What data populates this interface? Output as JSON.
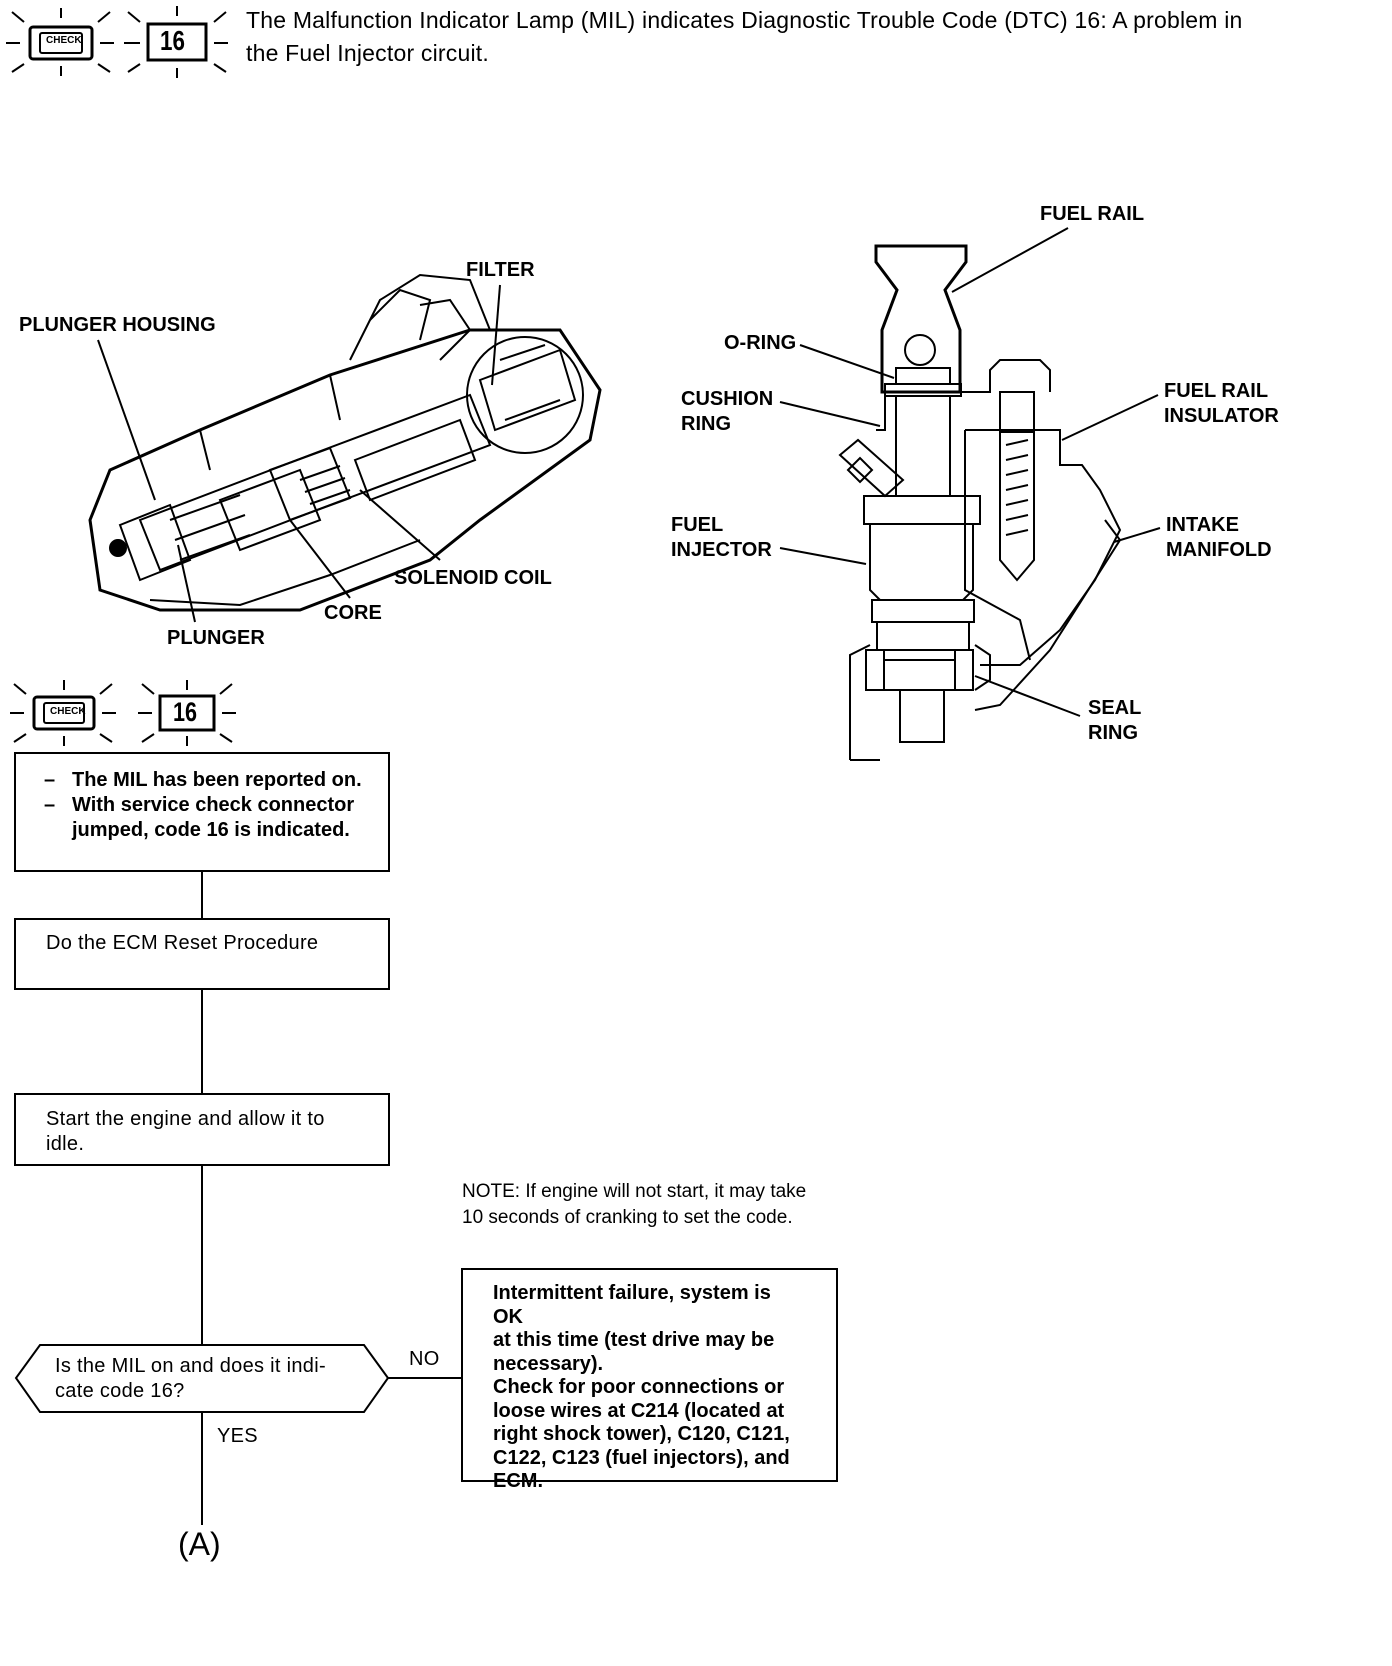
{
  "header": {
    "mil_badge_text": "CHECK",
    "code_badge": "16",
    "text_line1": "The Malfunction Indicator Lamp (MIL) indicates Diagnostic Trouble Code (DTC) 16: A problem in",
    "text_line2": "the Fuel Injector circuit."
  },
  "injector_cutaway": {
    "labels": {
      "filter": "FILTER",
      "plunger_housing": "PLUNGER HOUSING",
      "solenoid_coil": "SOLENOID COIL",
      "core": "CORE",
      "plunger": "PLUNGER"
    }
  },
  "installed_view": {
    "labels": {
      "fuel_rail": "FUEL RAIL",
      "o_ring": "O-RING",
      "cushion_ring_1": "CUSHION",
      "cushion_ring_2": "RING",
      "fuel_rail_insulator_1": "FUEL RAIL",
      "fuel_rail_insulator_2": "INSULATOR",
      "fuel_injector_1": "FUEL",
      "fuel_injector_2": "INJECTOR",
      "intake_manifold_1": "INTAKE",
      "intake_manifold_2": "MANIFOLD",
      "seal_ring_1": "SEAL",
      "seal_ring_2": "RING"
    }
  },
  "flowchart": {
    "mil_badge_text": "CHECK",
    "code_badge": "16",
    "step1_items": [
      "The MIL has been reported on.",
      "With service check connector",
      "jumped, code 16 is indicated."
    ],
    "step2": "Do the ECM Reset Procedure",
    "step3_line1": "Start the engine and allow it to",
    "step3_line2": "idle.",
    "note_line1": "NOTE: If engine will not start, it may take",
    "note_line2": "10 seconds of cranking to set the code.",
    "decision_line1": "Is the MIL on and does it indi-",
    "decision_line2": "cate code 16?",
    "no_label": "NO",
    "yes_label": "YES",
    "result_lines": [
      "Intermittent failure, system is OK",
      "at this time (test drive may be",
      "necessary).",
      "Check for poor connections or",
      "loose wires at C214 (located at",
      "right shock tower), C120, C121,",
      "C122, C123 (fuel injectors), and",
      "ECM."
    ],
    "connector": "(A)"
  }
}
